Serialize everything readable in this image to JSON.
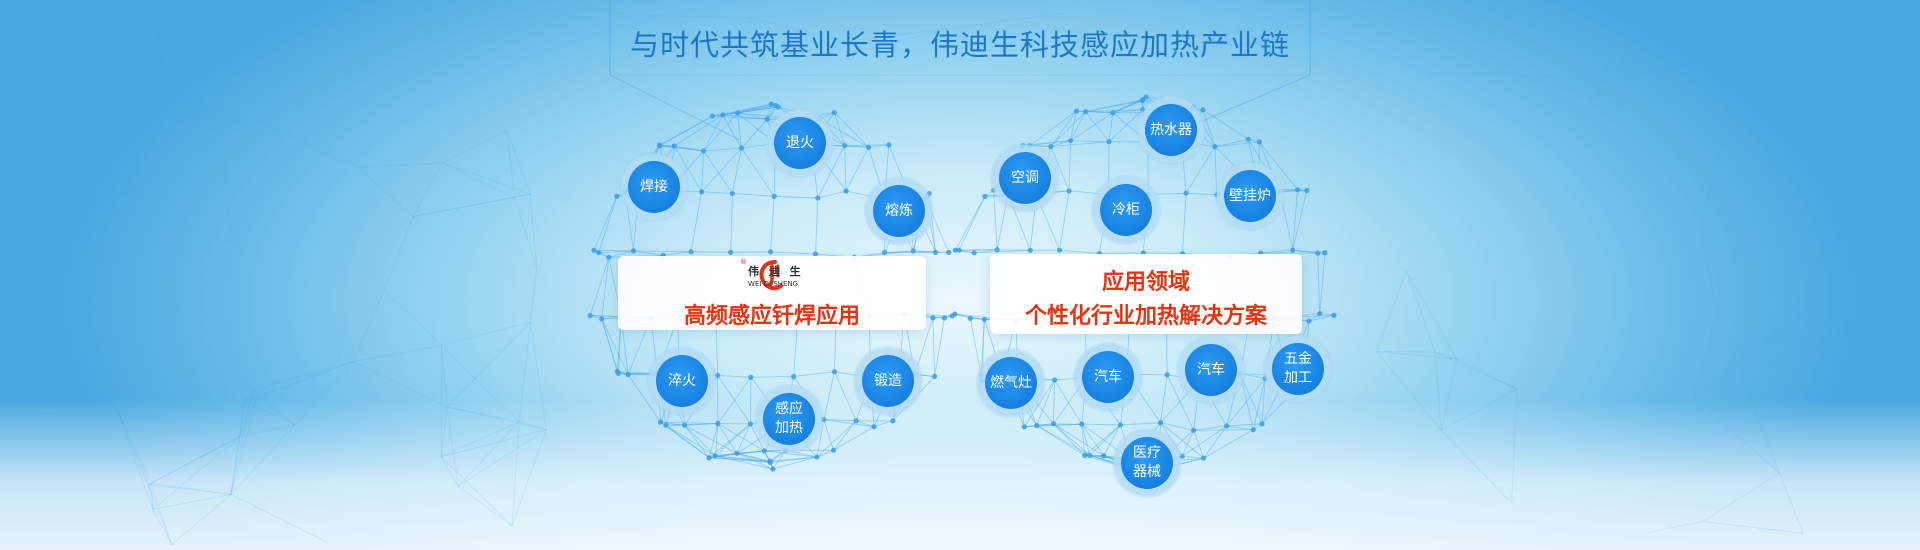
{
  "headline": "与时代共筑基业长青，伟迪生科技感应加热产业链",
  "brand": {
    "name_cn": "伟 迪 生",
    "name_en": "WEI DI SHENG",
    "registered": "®"
  },
  "left_sphere": {
    "title": "高频感应钎焊应用",
    "nodes": [
      {
        "label": "退火"
      },
      {
        "label": "焊接"
      },
      {
        "label": "熔炼"
      },
      {
        "label": "淬火"
      },
      {
        "label": "锻造"
      },
      {
        "label": "感应\n加热"
      }
    ]
  },
  "right_sphere": {
    "title_line1": "应用领域",
    "title_line2": "个性化行业加热解决方案",
    "nodes": [
      {
        "label": "热水器"
      },
      {
        "label": "空调"
      },
      {
        "label": "壁挂炉"
      },
      {
        "label": "冷柜"
      },
      {
        "label": "燃气灶"
      },
      {
        "label": "汽车"
      },
      {
        "label": "汽车"
      },
      {
        "label": "五金\n加工"
      },
      {
        "label": "医疗\n器械"
      }
    ]
  },
  "colors": {
    "accent_blue": "#1780e0",
    "title_red": "#e8330f",
    "headline_blue": "#1d78c3",
    "logo_red": "#e53014"
  }
}
